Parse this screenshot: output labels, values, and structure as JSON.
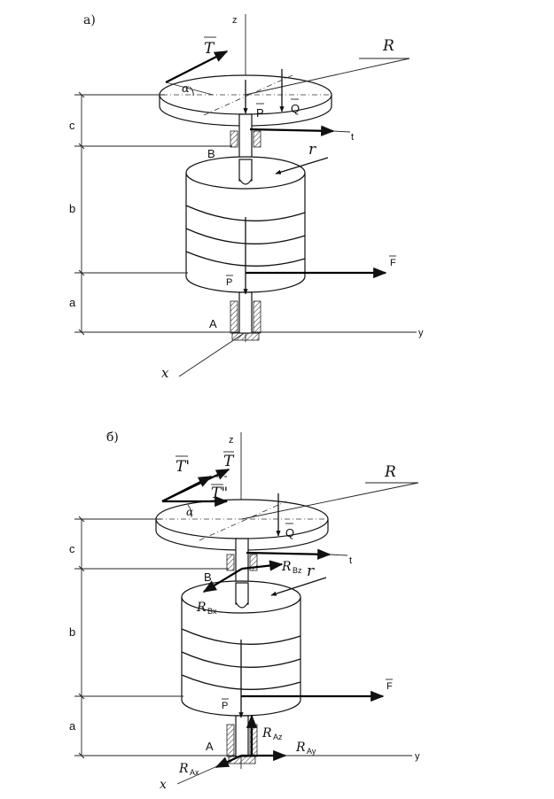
{
  "panels": [
    {
      "id": "a",
      "label": "а)",
      "axes": {
        "z": "z",
        "y": "y",
        "x": "x"
      },
      "forces": {
        "T": "T",
        "R": "R",
        "P_top": "P",
        "Q": "Q",
        "t": "t",
        "B": "B",
        "r": "r",
        "F": "F",
        "P_low": "P",
        "A": "A",
        "alpha": "α"
      },
      "dims": {
        "c": "c",
        "b": "b",
        "a": "a"
      }
    },
    {
      "id": "b",
      "label": "б)",
      "axes": {
        "z": "z",
        "y": "y",
        "x": "x"
      },
      "forces": {
        "T_prime": "T'",
        "T": "T",
        "T_dprime": "T\"",
        "R": "R",
        "Q": "Q",
        "t": "t",
        "B": "B",
        "R_Bz": "R",
        "R_Bz_sub": "Bz",
        "r": "r",
        "R_Bx": "R",
        "R_Bx_sub": "Bx",
        "F": "F",
        "P": "P",
        "A": "A",
        "R_Az": "R",
        "R_Az_sub": "Az",
        "R_Ay": "R",
        "R_Ay_sub": "Ay",
        "R_Ax": "R",
        "R_Ax_sub": "Ax",
        "alpha": "α"
      },
      "dims": {
        "c": "c",
        "b": "b",
        "a": "a"
      }
    }
  ]
}
